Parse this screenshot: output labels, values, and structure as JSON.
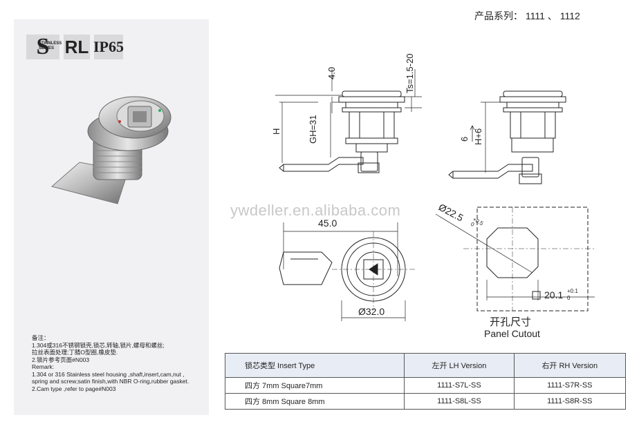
{
  "series_label": "产品系列： 1111 、 1112",
  "badges": {
    "s_letter": "S",
    "s_small": "STAINLESS SERIES",
    "rl": "RL",
    "ip": "IP65"
  },
  "remarks": {
    "title_cn": "备注：",
    "line1_cn": "1.304或316不锈钢锁壳,锁芯,转轴,锁片,螺母和螺丝;",
    "line2_cn": "拉丝表面处理;丁腈O型圈,橡皮垫.",
    "line3_cn": "2.锁片参考页面#N003",
    "title_en": "Remark:",
    "line1_en": "1.304 or 316 Stainless steel housing ,shaft,insert,cam,nut ,",
    "line2_en": "spring and screw;satin finish,with NBR O-ring,rubber gasket.",
    "line3_en": "2.Cam type ,refer to page#N003"
  },
  "dimensions": {
    "d_4": "4.0",
    "ts": "Ts=1.5-20",
    "h": "H",
    "gh": "GH=31",
    "six": "6",
    "h6": "H+6",
    "len45": "45.0",
    "dia32": "Ø32.0",
    "dia22": "Ø22.5",
    "dia22_tol_up": "+0.5",
    "dia22_tol_dn": "0",
    "w20": "20.1",
    "w20_tol_up": "+0.1",
    "w20_tol_dn": "0"
  },
  "watermark": "ywdeller.en.alibaba.com",
  "cutout": {
    "label_cn": "开孔尺寸",
    "label_en": "Panel Cutout"
  },
  "table": {
    "headers": [
      "锁芯类型 Insert Type",
      "左开 LH Version",
      "右开 RH Version"
    ],
    "rows": [
      [
        "四方 7mm Square7mm",
        "1111-S7L-SS",
        "1111-S7R-SS"
      ],
      [
        "四方 8mm Square 8mm",
        "1111-S8L-SS",
        "1111-S8R-SS"
      ]
    ]
  }
}
